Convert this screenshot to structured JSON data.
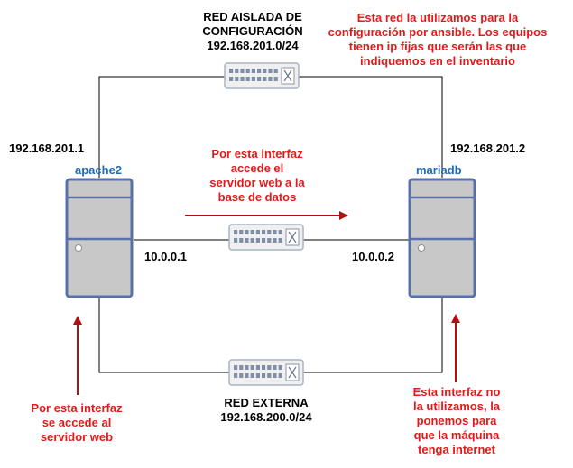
{
  "networks": {
    "config": {
      "title_lines": [
        "RED AISLADA DE",
        "CONFIGURACIÓN"
      ],
      "subnet": "192.168.201.0/24",
      "switch_icon": "network-switch-icon"
    },
    "internal": {
      "switch_icon": "network-switch-icon"
    },
    "external": {
      "title": "RED EXTERNA",
      "subnet": "192.168.200.0/24",
      "switch_icon": "network-switch-icon"
    }
  },
  "hosts": {
    "left": {
      "name": "apache2",
      "config_ip": "192.168.201.1",
      "internal_ip": "10.0.0.1",
      "icon": "server-tower-icon"
    },
    "right": {
      "name": "mariadb",
      "config_ip": "192.168.201.2",
      "internal_ip": "10.0.0.2",
      "icon": "server-tower-icon"
    }
  },
  "notes": {
    "config_network": [
      "Esta red la utilizamos para la",
      "configuración por ansible. Los equipos",
      "tienen ip fijas que serán las que",
      "indiquemos en el inventario"
    ],
    "internal_link": [
      "Por esta interfaz",
      "accede el",
      "servidor web a la",
      "base de datos"
    ],
    "left_external": [
      "Por esta interfaz",
      "se accede al",
      "servidor web"
    ],
    "right_external": [
      "Esta interfaz no",
      "la utilizamos, la",
      "ponemos para",
      "que la máquina",
      "tenga internet"
    ]
  },
  "colors": {
    "note": "#e31a1a",
    "arrow": "#b01010",
    "host_label": "#1e6bb8",
    "server_fill": "#c8c8c8",
    "server_border": "#5a70a8",
    "switch_fill": "#f0f0f0",
    "switch_border": "#a8b4c8",
    "wire": "#000000"
  }
}
